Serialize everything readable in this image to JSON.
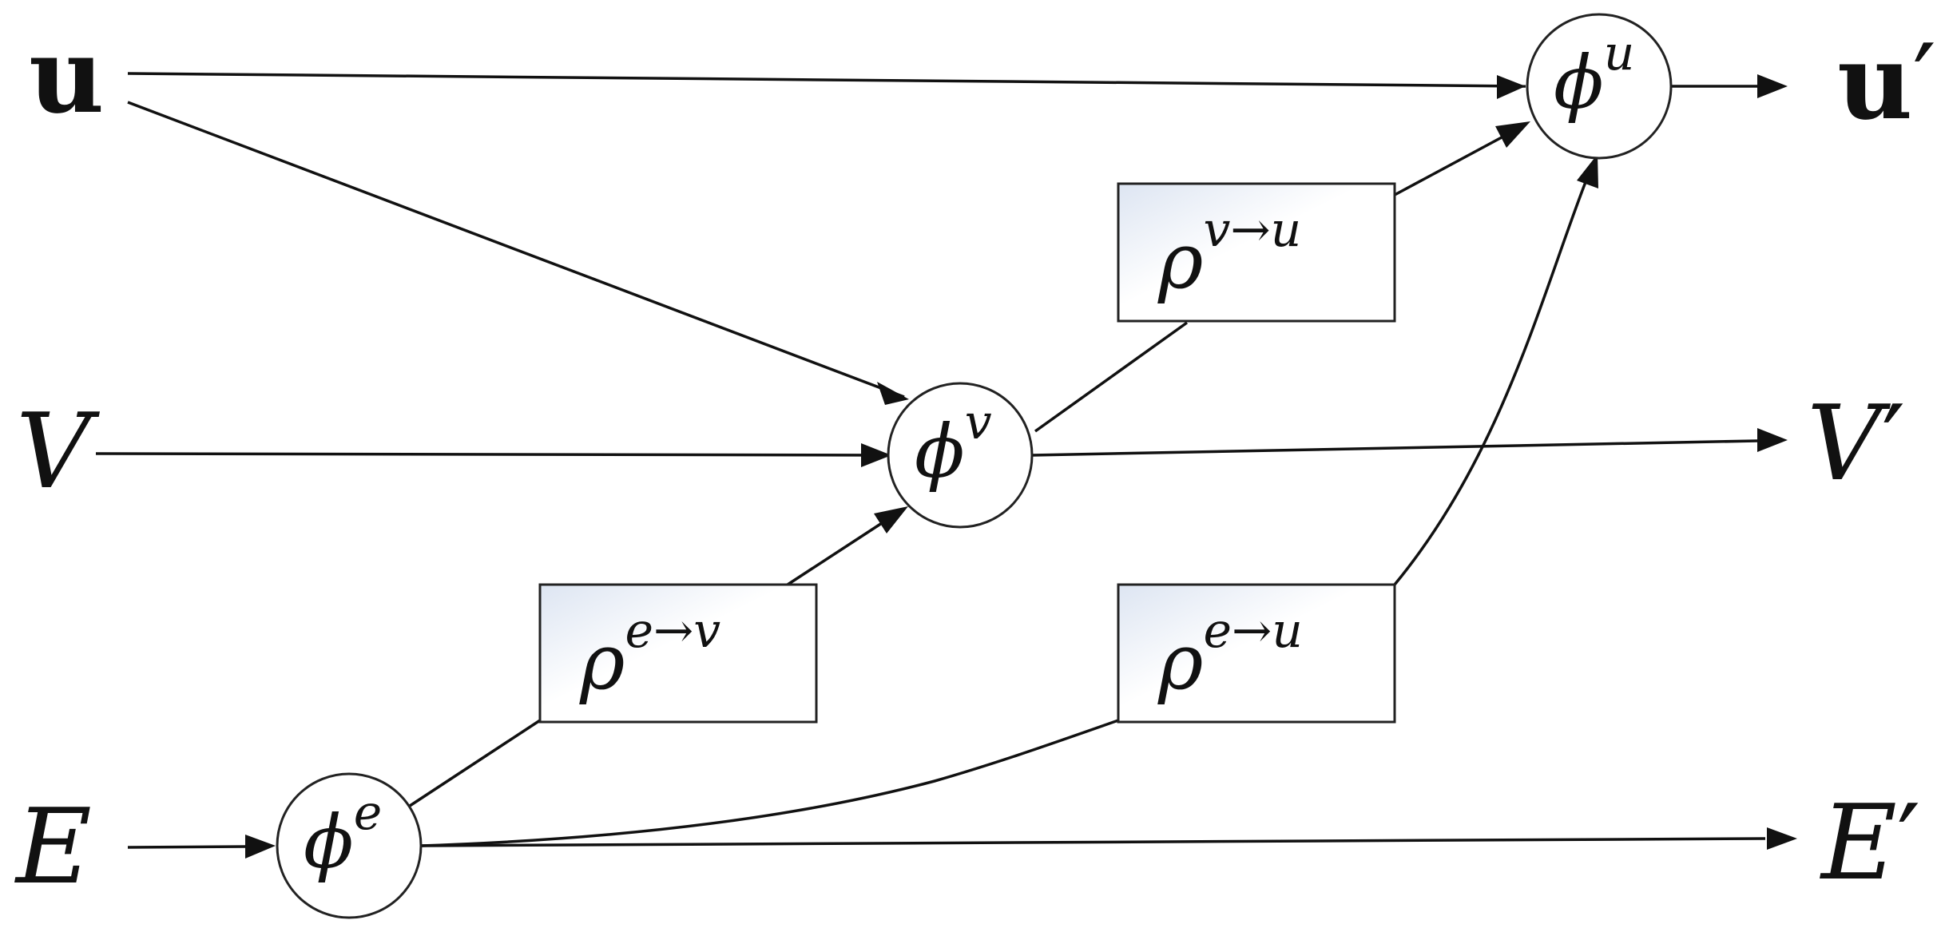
{
  "diagram": {
    "inputs": {
      "u": {
        "main": "u"
      },
      "v": {
        "main": "V"
      },
      "e": {
        "main": "E"
      }
    },
    "outputs": {
      "u": {
        "main": "u",
        "prime": "′"
      },
      "v": {
        "main": "V",
        "prime": "′"
      },
      "e": {
        "main": "E",
        "prime": "′"
      }
    },
    "nodes": {
      "phi_u": {
        "symbol": "ϕ",
        "sup": "u"
      },
      "phi_v": {
        "symbol": "ϕ",
        "sup": "v"
      },
      "phi_e": {
        "symbol": "ϕ",
        "sup": "e"
      }
    },
    "boxes": {
      "rho_vu": {
        "symbol": "ρ",
        "sup": "v→u"
      },
      "rho_ev": {
        "symbol": "ρ",
        "sup": "e→v"
      },
      "rho_eu": {
        "symbol": "ρ",
        "sup": "e→u"
      }
    }
  }
}
